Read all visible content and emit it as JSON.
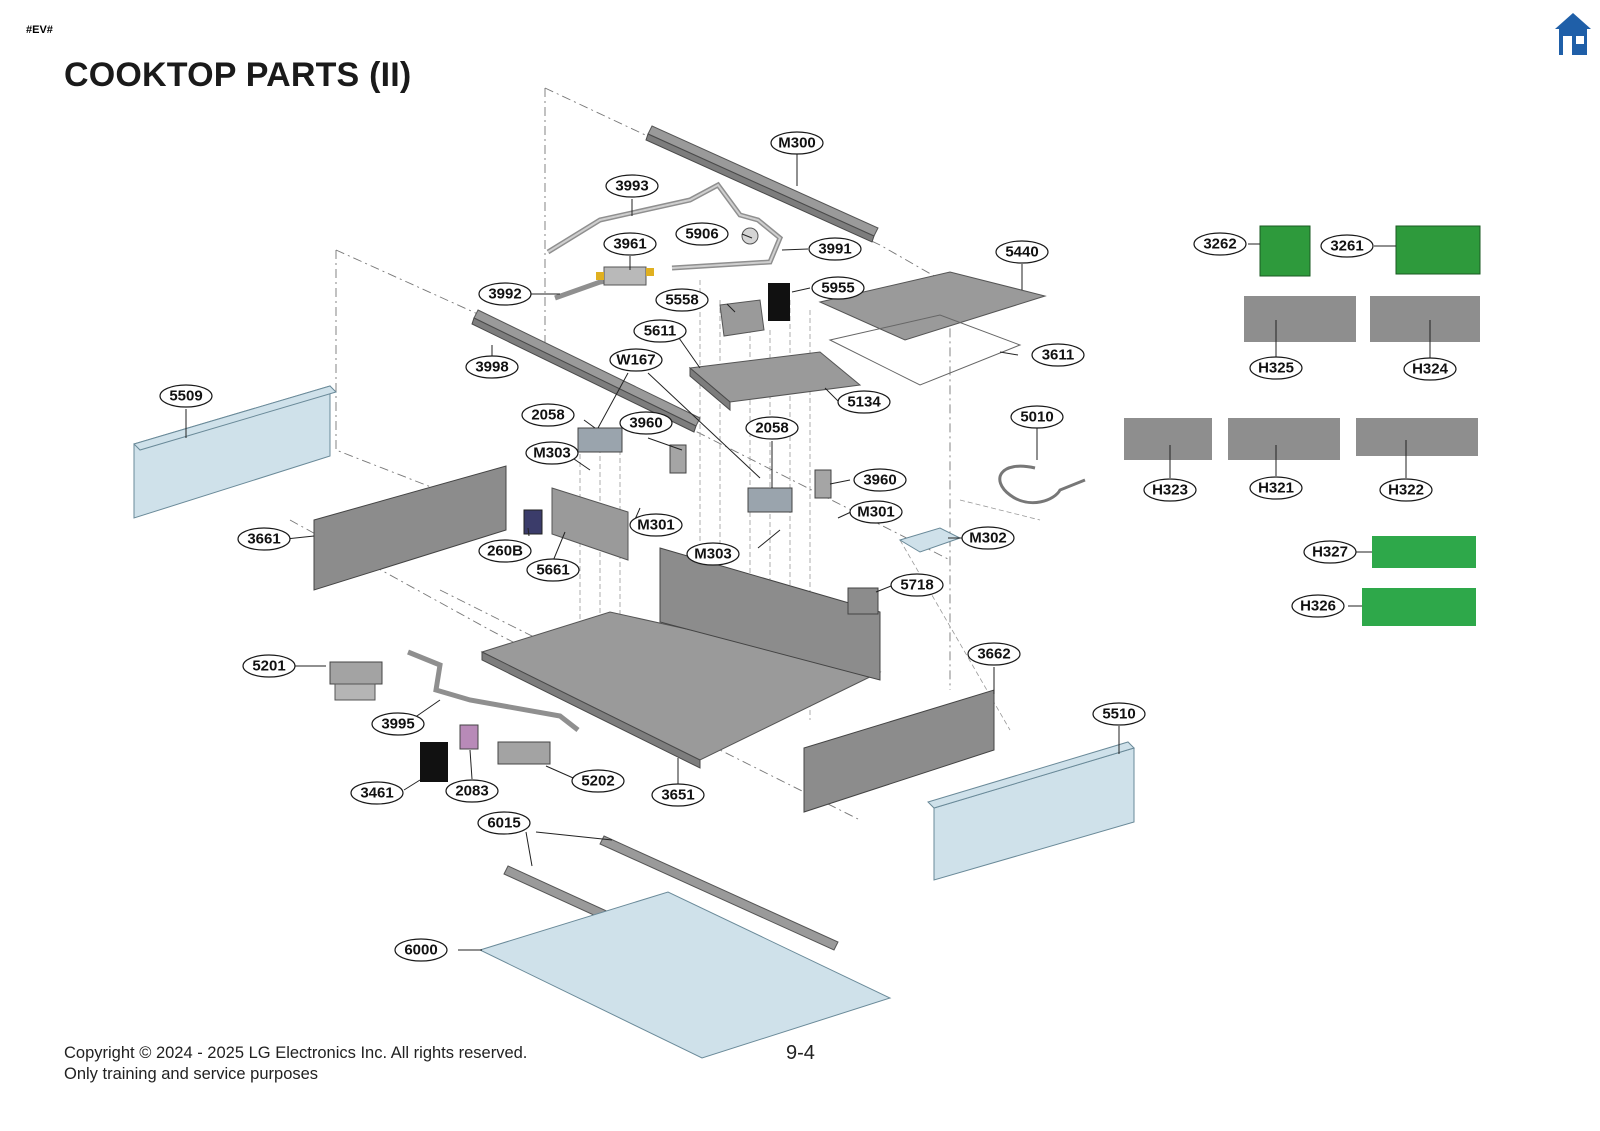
{
  "header": {
    "tag": "#EV#",
    "title": "COOKTOP PARTS (II)"
  },
  "footer": {
    "copyright": "Copyright © 2024 - 2025 LG Electronics Inc. All rights reserved.",
    "purpose": "Only training and service purposes",
    "page_number": "9-4"
  },
  "icons": {
    "home": "home-icon",
    "home_color": "#1f5fa8"
  },
  "colors": {
    "glass": "#cfe1ea",
    "metal": "#9a9a9a",
    "pcb": "#2e9a3c"
  },
  "callouts": [
    {
      "id": "m300",
      "label": "M300"
    },
    {
      "id": "c3993",
      "label": "3993"
    },
    {
      "id": "c3961",
      "label": "3961"
    },
    {
      "id": "c5906",
      "label": "5906"
    },
    {
      "id": "c3991",
      "label": "3991"
    },
    {
      "id": "c5440",
      "label": "5440"
    },
    {
      "id": "c3992",
      "label": "3992"
    },
    {
      "id": "c5955",
      "label": "5955"
    },
    {
      "id": "c5558",
      "label": "5558"
    },
    {
      "id": "c5611",
      "label": "5611"
    },
    {
      "id": "c3611",
      "label": "3611"
    },
    {
      "id": "c3998",
      "label": "3998"
    },
    {
      "id": "w167",
      "label": "W167"
    },
    {
      "id": "c5134",
      "label": "5134"
    },
    {
      "id": "c5509",
      "label": "5509"
    },
    {
      "id": "c2058a",
      "label": "2058"
    },
    {
      "id": "c3960a",
      "label": "3960"
    },
    {
      "id": "c2058b",
      "label": "2058"
    },
    {
      "id": "c5010",
      "label": "5010"
    },
    {
      "id": "m303a",
      "label": "M303"
    },
    {
      "id": "c3960b",
      "label": "3960"
    },
    {
      "id": "m301a",
      "label": "M301"
    },
    {
      "id": "m301b",
      "label": "M301"
    },
    {
      "id": "c3661",
      "label": "3661"
    },
    {
      "id": "m302",
      "label": "M302"
    },
    {
      "id": "c260b",
      "label": "260B"
    },
    {
      "id": "m303b",
      "label": "M303"
    },
    {
      "id": "c5661",
      "label": "5661"
    },
    {
      "id": "c5718",
      "label": "5718"
    },
    {
      "id": "c3662",
      "label": "3662"
    },
    {
      "id": "c5201",
      "label": "5201"
    },
    {
      "id": "c5510",
      "label": "5510"
    },
    {
      "id": "c3995",
      "label": "3995"
    },
    {
      "id": "c5202",
      "label": "5202"
    },
    {
      "id": "c3461",
      "label": "3461"
    },
    {
      "id": "c2083",
      "label": "2083"
    },
    {
      "id": "c3651",
      "label": "3651"
    },
    {
      "id": "c6015",
      "label": "6015"
    },
    {
      "id": "c6000",
      "label": "6000"
    },
    {
      "id": "c3262",
      "label": "3262"
    },
    {
      "id": "c3261",
      "label": "3261"
    },
    {
      "id": "h325",
      "label": "H325"
    },
    {
      "id": "h324",
      "label": "H324"
    },
    {
      "id": "h323",
      "label": "H323"
    },
    {
      "id": "h321",
      "label": "H321"
    },
    {
      "id": "h322",
      "label": "H322"
    },
    {
      "id": "h327",
      "label": "H327"
    },
    {
      "id": "h326",
      "label": "H326"
    }
  ]
}
